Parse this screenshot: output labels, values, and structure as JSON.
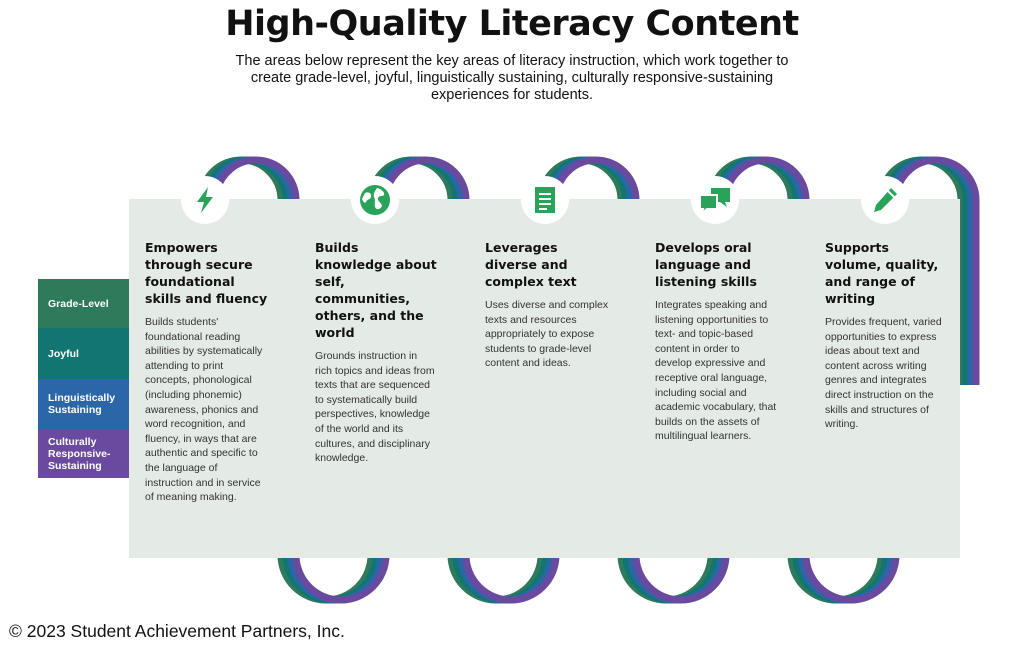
{
  "title": "High-Quality Literacy Content",
  "subtitle": "The areas below represent the key areas of literacy instruction, which work together to create grade-level, joyful, linguistically sustaining, culturally responsive-sustaining experiences for students.",
  "legend": [
    {
      "label": "Grade-Level",
      "color": "#2e7a5a"
    },
    {
      "label": "Joyful",
      "color": "#117672"
    },
    {
      "label": "Linguistically Sustaining",
      "color": "#2b66a8"
    },
    {
      "label": "Culturally Responsive-Sustaining",
      "color": "#6a4a9e"
    }
  ],
  "columns": [
    {
      "icon": "lightning-bolt-icon",
      "heading": "Empowers through secure foundational skills and fluency",
      "body": "Builds students' foundational reading abilities by systematically attending to print concepts, phonological (including phonemic) awareness, phonics and word recognition, and fluency, in ways that are authentic and specific to the language of instruction and in service of meaning making."
    },
    {
      "icon": "globe-icon",
      "heading": "Builds knowledge about self, communities, others, and the world",
      "body": "Grounds instruction in rich topics and ideas from texts that are sequenced to systematically build perspectives, knowledge of the world and its cultures, and disciplinary knowledge."
    },
    {
      "icon": "document-icon",
      "heading": "Leverages diverse and complex text",
      "body": "Uses diverse and complex texts and resources appropriately to expose students to grade-level content and ideas."
    },
    {
      "icon": "speech-bubbles-icon",
      "heading": "Develops oral language and listening skills",
      "body": "Integrates speaking and listening opportunities to text- and topic-based content in order to develop expressive and receptive oral language, including social and academic vocabulary, that builds on the assets of multilingual learners."
    },
    {
      "icon": "pencil-icon",
      "heading": "Supports volume, quality, and range of writing",
      "body": "Provides frequent, varied opportunities to express ideas about text and content across writing genres and integrates direct instruction on the skills and structures of writing."
    }
  ],
  "footer": "© 2023 Student Achievement Partners, Inc.",
  "colors": {
    "green": "#2e7a5a",
    "teal": "#117672",
    "blue": "#2b66a8",
    "purple": "#6a4a9e",
    "panel": "#e4eae6",
    "icon": "#2aa35a"
  }
}
